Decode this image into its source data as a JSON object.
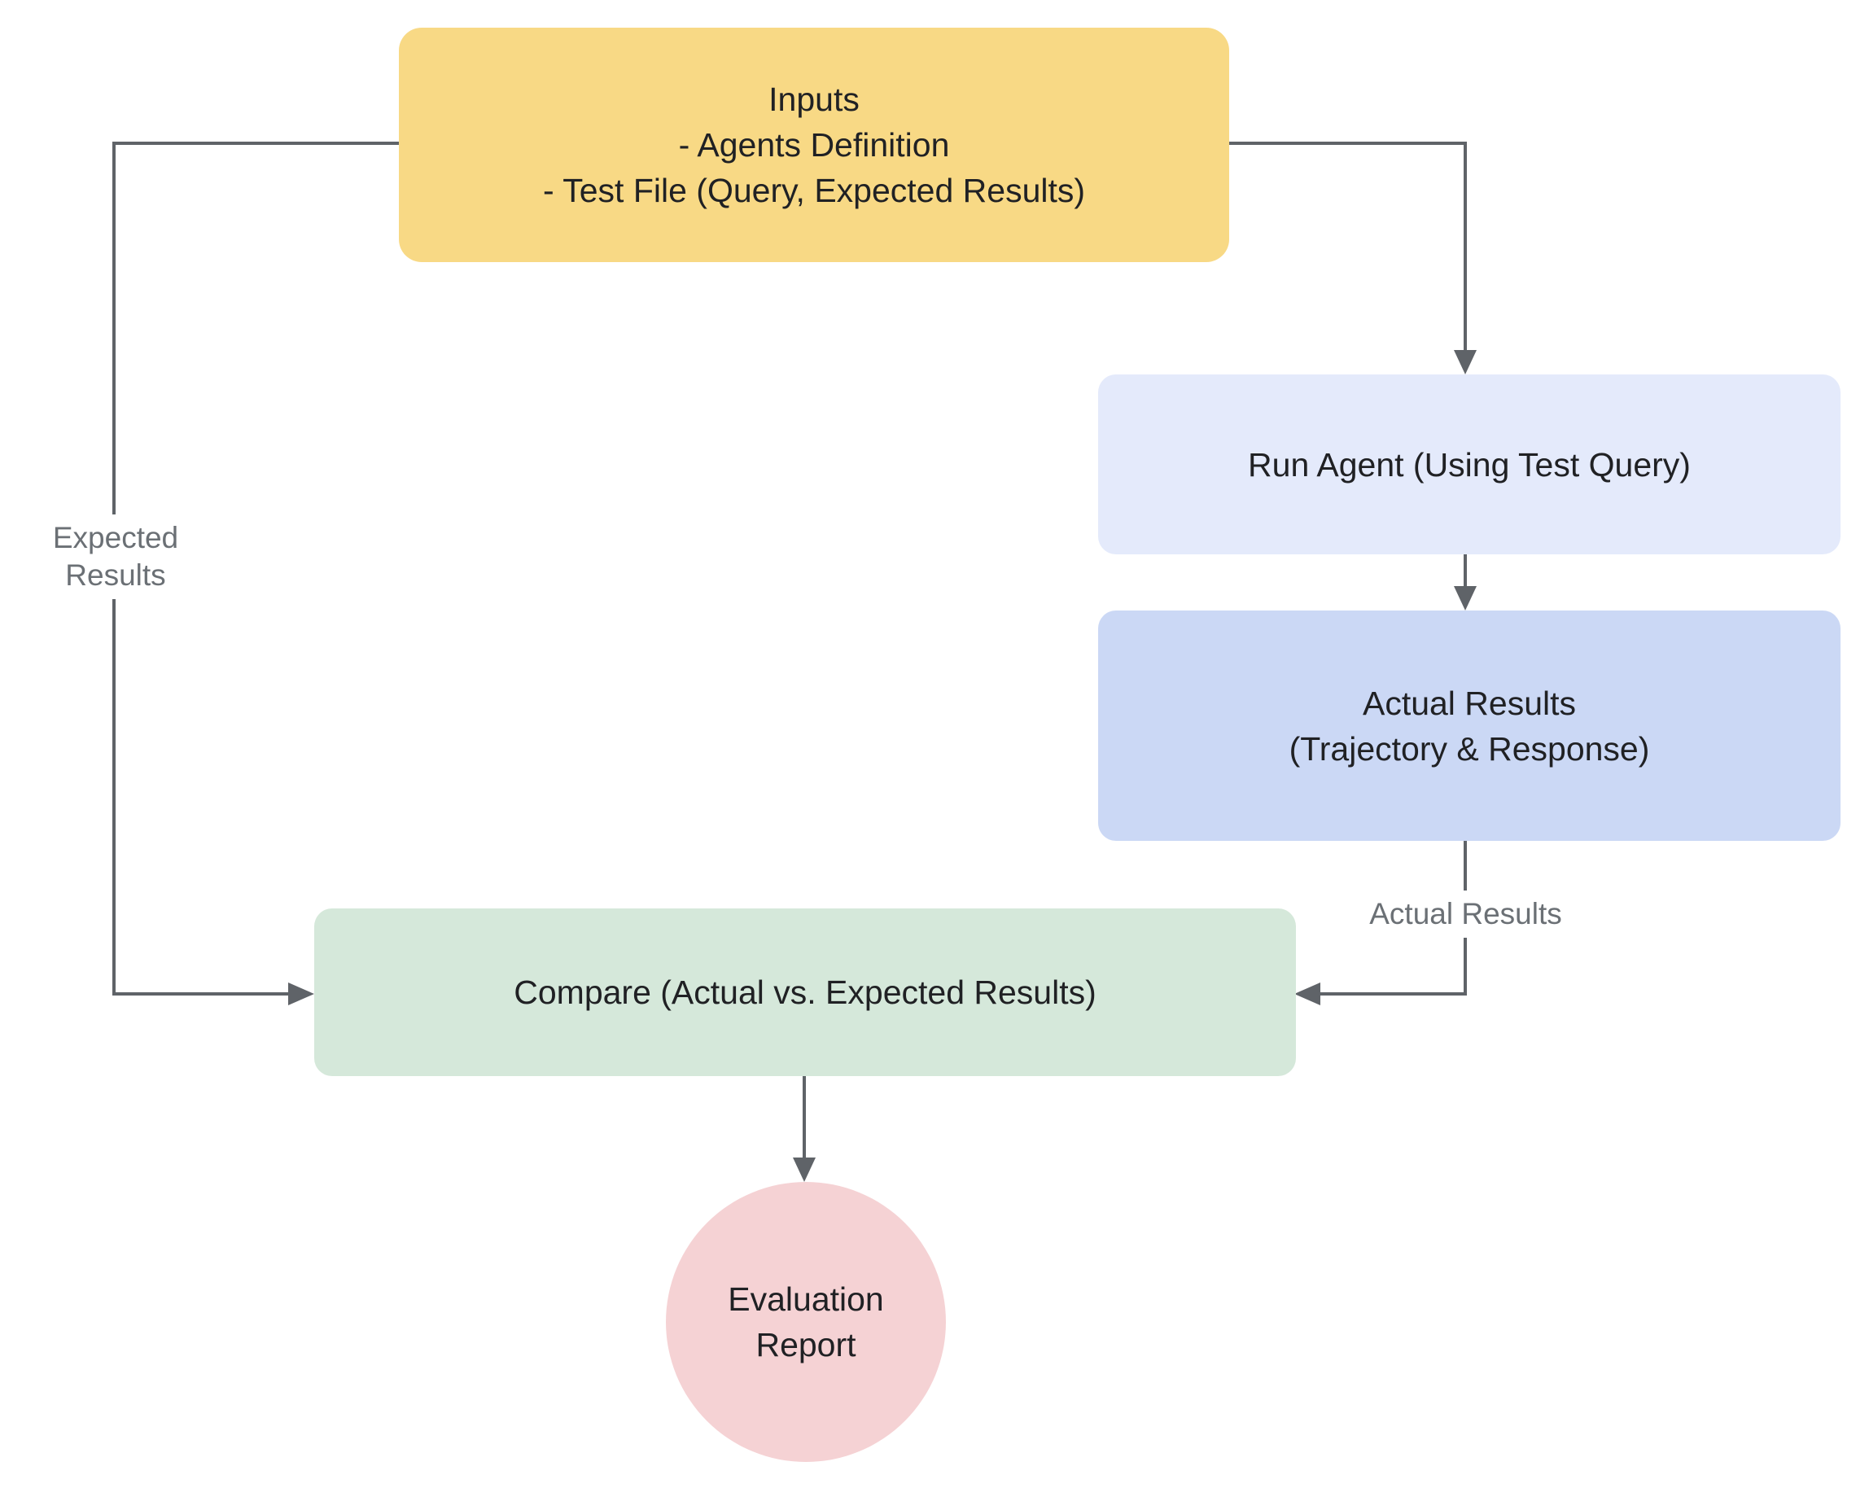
{
  "diagram": {
    "type": "flowchart",
    "background_color": "#FFFFFF",
    "connector_color": "#5F6368",
    "node_text_color": "#202124",
    "edge_label_color": "#6B7075",
    "nodes": {
      "inputs": {
        "lines": [
          "Inputs",
          "- Agents Definition",
          "- Test File (Query, Expected Results)"
        ],
        "shape": "rounded-rectangle",
        "color": "#F8D985"
      },
      "run_agent": {
        "lines": [
          "Run Agent (Using Test Query)"
        ],
        "shape": "rounded-rectangle",
        "color": "#E4EAFB"
      },
      "actual_results": {
        "lines": [
          "Actual Results",
          "(Trajectory & Response)"
        ],
        "shape": "rounded-rectangle",
        "color": "#CBD8F5"
      },
      "compare": {
        "lines": [
          "Compare (Actual vs. Expected Results)"
        ],
        "shape": "rounded-rectangle",
        "color": "#D5E8DA"
      },
      "evaluation_report": {
        "lines": [
          "Evaluation",
          "Report"
        ],
        "shape": "circle",
        "color": "#F5D2D4"
      }
    },
    "edges": [
      {
        "from": "inputs",
        "to": "compare",
        "label": "Expected Results"
      },
      {
        "from": "inputs",
        "to": "run_agent",
        "label": ""
      },
      {
        "from": "run_agent",
        "to": "actual_results",
        "label": ""
      },
      {
        "from": "actual_results",
        "to": "compare",
        "label": "Actual Results"
      },
      {
        "from": "compare",
        "to": "evaluation_report",
        "label": ""
      }
    ]
  }
}
